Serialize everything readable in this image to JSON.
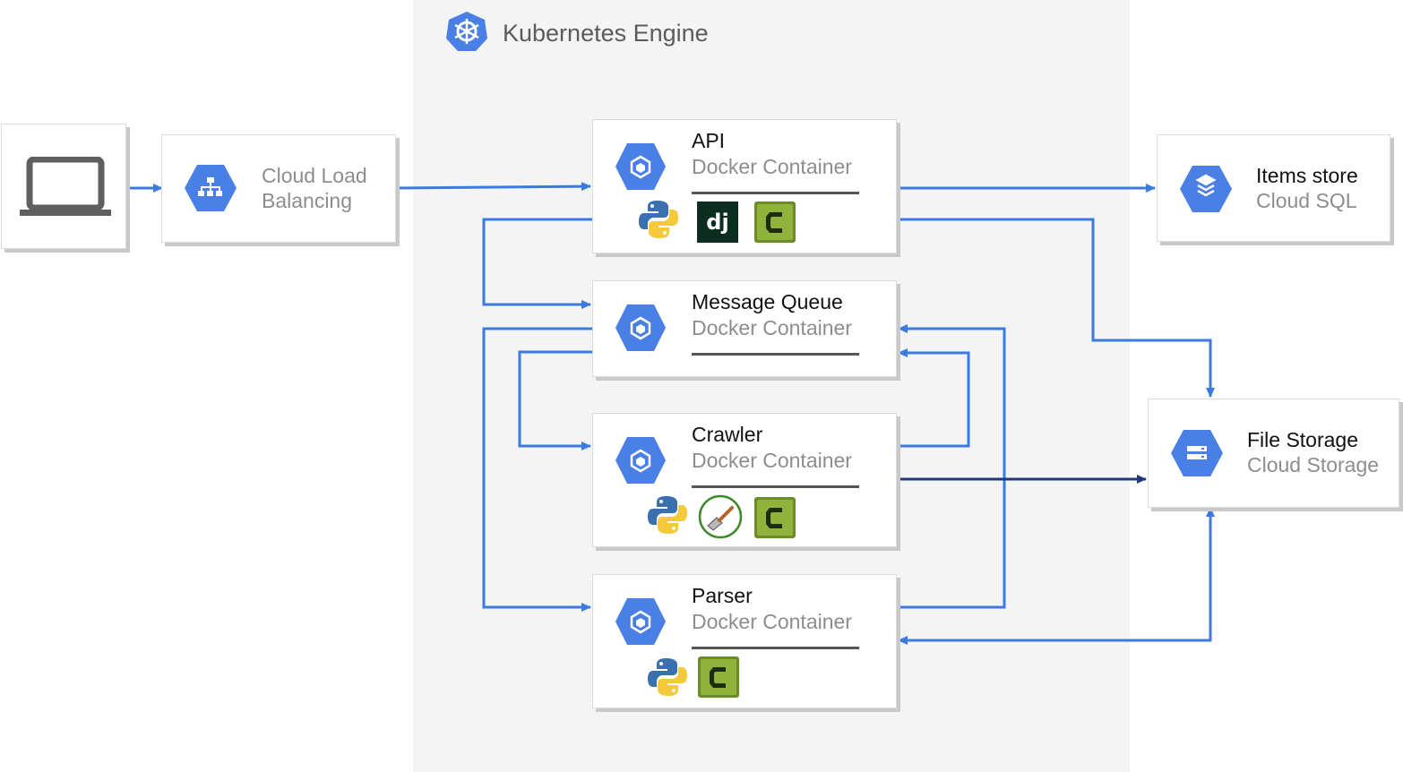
{
  "diagram": {
    "kubernetes_engine": {
      "title": "Kubernetes Engine",
      "icon": "kubernetes-helm-icon"
    },
    "client": {
      "icon": "laptop-icon"
    },
    "load_balancer": {
      "line1": "Cloud Load",
      "line2": "Balancing",
      "icon": "load-balancing-icon"
    },
    "api": {
      "title": "API",
      "subtitle": "Docker Container",
      "icon": "container-engine-icon",
      "tech": [
        "python-logo",
        "django-logo",
        "celery-logo"
      ]
    },
    "message_queue": {
      "title": "Message Queue",
      "subtitle": "Docker Container",
      "icon": "container-engine-icon"
    },
    "crawler": {
      "title": "Crawler",
      "subtitle": "Docker Container",
      "icon": "container-engine-icon",
      "tech": [
        "python-logo",
        "scrapy-logo",
        "celery-logo"
      ]
    },
    "parser": {
      "title": "Parser",
      "subtitle": "Docker Container",
      "icon": "container-engine-icon",
      "tech": [
        "python-logo",
        "celery-logo"
      ]
    },
    "items_store": {
      "title": "Items store",
      "subtitle": "Cloud SQL",
      "icon": "cloud-sql-icon"
    },
    "file_storage": {
      "title": "File Storage",
      "subtitle": "Cloud Storage",
      "icon": "cloud-storage-icon"
    }
  },
  "colors": {
    "gcp_blue": "#4a7fe6",
    "arrow_blue": "#3b7ae0",
    "arrow_dark": "#1f3a7a",
    "region_bg": "#f4f4f4"
  }
}
